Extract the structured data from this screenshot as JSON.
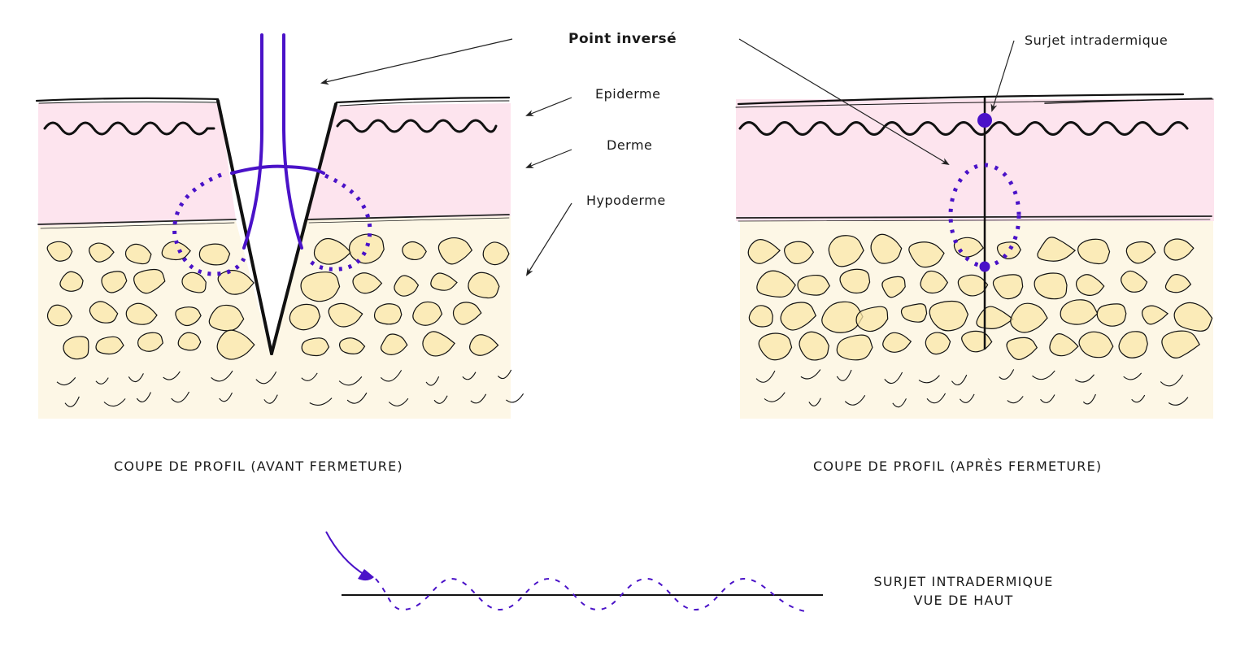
{
  "labels": {
    "point_inverse": "Point inversé",
    "epiderme": "Epiderme",
    "derme": "Derme",
    "hypoderme": "Hypoderme",
    "surjet_intradermique": "Surjet intradermique"
  },
  "captions": {
    "left_panel": "COUPE DE PROFIL (AVANT FERMETURE)",
    "right_panel": "COUPE DE PROFIL (APRÈS FERMETURE)",
    "top_view_line1": "SURJET INTRADERMIQUE",
    "top_view_line2": "VUE DE HAUT"
  },
  "colors": {
    "epiderm_derm_fill": "#fde4ee",
    "hypoderm_fill": "#fdf7e6",
    "fat_cell_fill": "#f9e7a8",
    "suture": "#4a12c8",
    "ink": "#111111",
    "background": "#ffffff"
  }
}
